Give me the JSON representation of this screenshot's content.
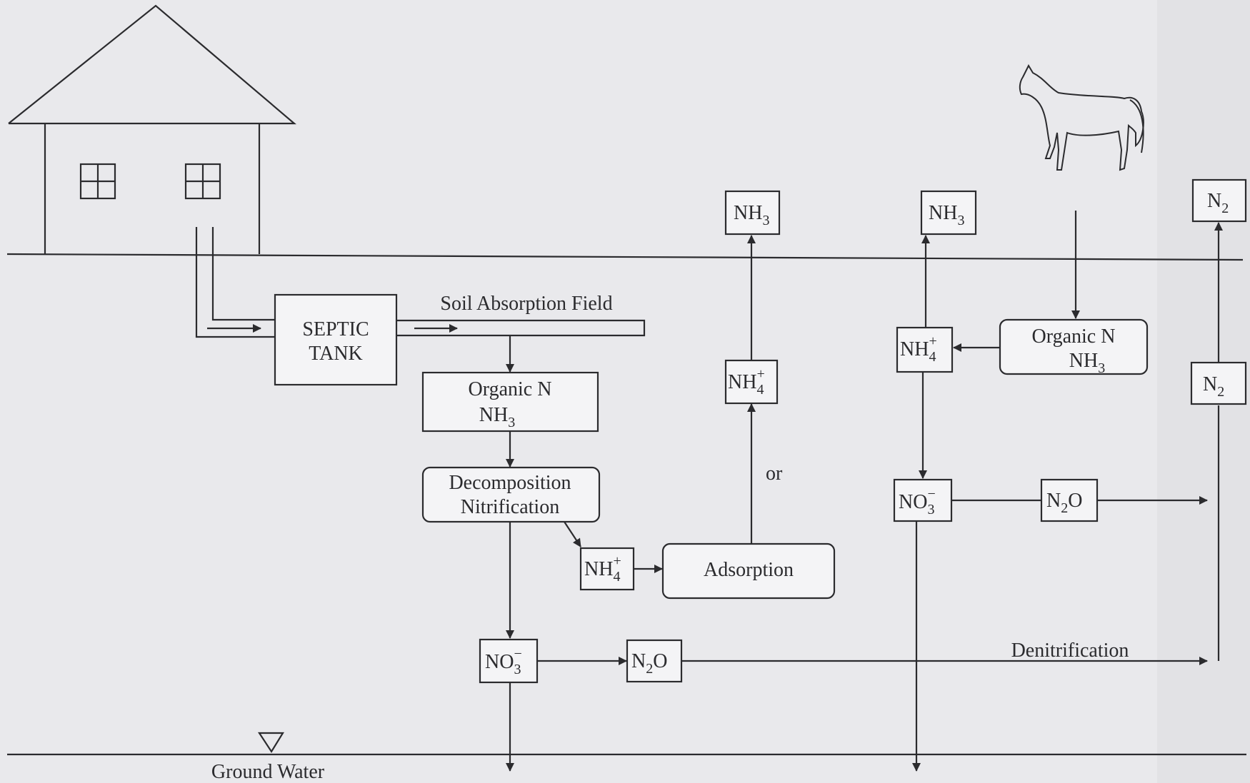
{
  "diagram": {
    "septic_tank": [
      "SEPTIC",
      "TANK"
    ],
    "soil_absorption": "Soil Absorption Field",
    "organic_n": [
      "Organic N",
      "NH"
    ],
    "decomposition": [
      "Decomposition",
      "Nitrification"
    ],
    "ammonium": "NH",
    "ammonia": "NH",
    "nitrate": "NO",
    "nitrous_oxide_main": "N",
    "nitrous_oxide_suffix": "O",
    "nitrogen_gas": "N",
    "adsorption": "Adsorption",
    "or_label": "or",
    "denitrification": "Denitrification",
    "ground_water": "Ground Water",
    "sub_3": "3",
    "sub_2": "2",
    "sup_plus": "+",
    "sup_minus": "−",
    "sub_4": "4"
  },
  "colors": {
    "line": "#2b2b2e",
    "background": "#e9e9ec",
    "box_fill": "#f4f4f6"
  },
  "icons": [
    "house-icon",
    "horse-icon",
    "water-table-triangle-icon"
  ]
}
